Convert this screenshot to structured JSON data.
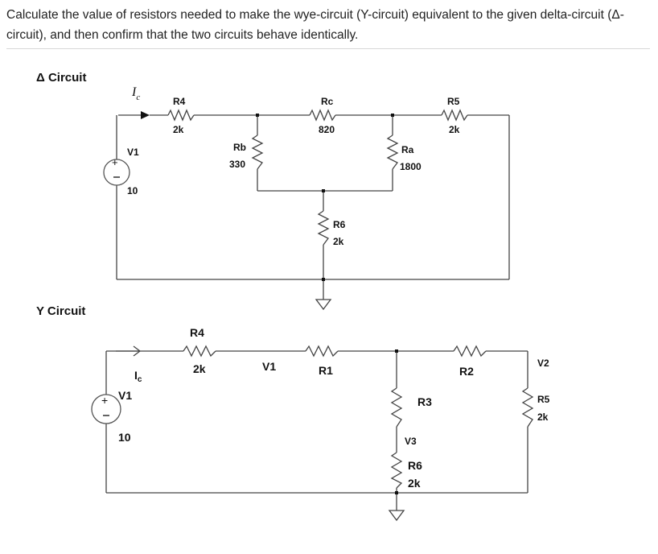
{
  "problem_text": "Calculate the value of resistors needed to make the wye-circuit (Y-circuit) equivalent to the given delta-circuit (Δ-circuit), and then confirm that the two circuits behave identically.",
  "delta": {
    "heading": "Δ Circuit",
    "current_label": "I",
    "current_sub": "c",
    "source": {
      "name": "V1",
      "value": "10"
    },
    "r4": {
      "name": "R4",
      "value": "2k"
    },
    "rb": {
      "name": "Rb",
      "value": "330"
    },
    "rc": {
      "name": "Rc",
      "value": "820"
    },
    "ra": {
      "name": "Ra",
      "value": "1800"
    },
    "r5": {
      "name": "R5",
      "value": "2k"
    },
    "r6": {
      "name": "R6",
      "value": "2k"
    }
  },
  "wye": {
    "heading": "Y Circuit",
    "current_label": "I",
    "current_sub": "c",
    "source": {
      "name": "V1",
      "value": "10"
    },
    "r4": {
      "name": "R4",
      "value": "2k"
    },
    "v1_res_label": "V1",
    "r1_label": "R1",
    "r2_label": "R2",
    "r3_label": "R3",
    "v3_label": "V3",
    "v2_label": "V2",
    "r5": {
      "name": "R5",
      "value": "2k"
    },
    "r6": {
      "name": "R6",
      "value": "2k"
    }
  }
}
